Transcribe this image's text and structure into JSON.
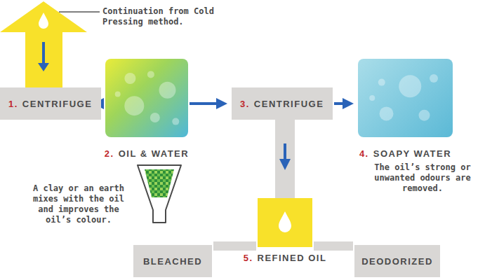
{
  "diagram": {
    "nodes": [
      {
        "text": [
          "1.",
          "CENTRIFUGE"
        ]
      },
      {
        "text": [
          "2.",
          "OIL & WATER"
        ]
      },
      {
        "text": [
          "3.",
          "CENTRIFUGE"
        ]
      },
      {
        "text": [
          "4.",
          "SOAPY WATER"
        ]
      },
      {
        "text": [
          "5.",
          "REFINED OIL"
        ]
      },
      {
        "text": [
          "BLEACHED"
        ]
      },
      {
        "text": [
          "DEODORIZED"
        ]
      }
    ],
    "edges": [
      {
        "from": 0,
        "to": 1,
        "arrow": "to"
      },
      {
        "from": 1,
        "to": 2,
        "arrow": "to"
      },
      {
        "from": 2,
        "to": 3,
        "arrow": "to"
      },
      {
        "from": 2,
        "to": 4,
        "arrow": "to"
      },
      {
        "from": 4,
        "to": 5,
        "arrow": "none"
      },
      {
        "from": 4,
        "to": 6,
        "arrow": "none"
      }
    ],
    "labels": [
      "Continuation from Cold Pressing method.",
      "A clay or an earth mixes with the oil and improves the oil’s colour.",
      "The oil’s strong or unwanted odours are removed."
    ]
  }
}
